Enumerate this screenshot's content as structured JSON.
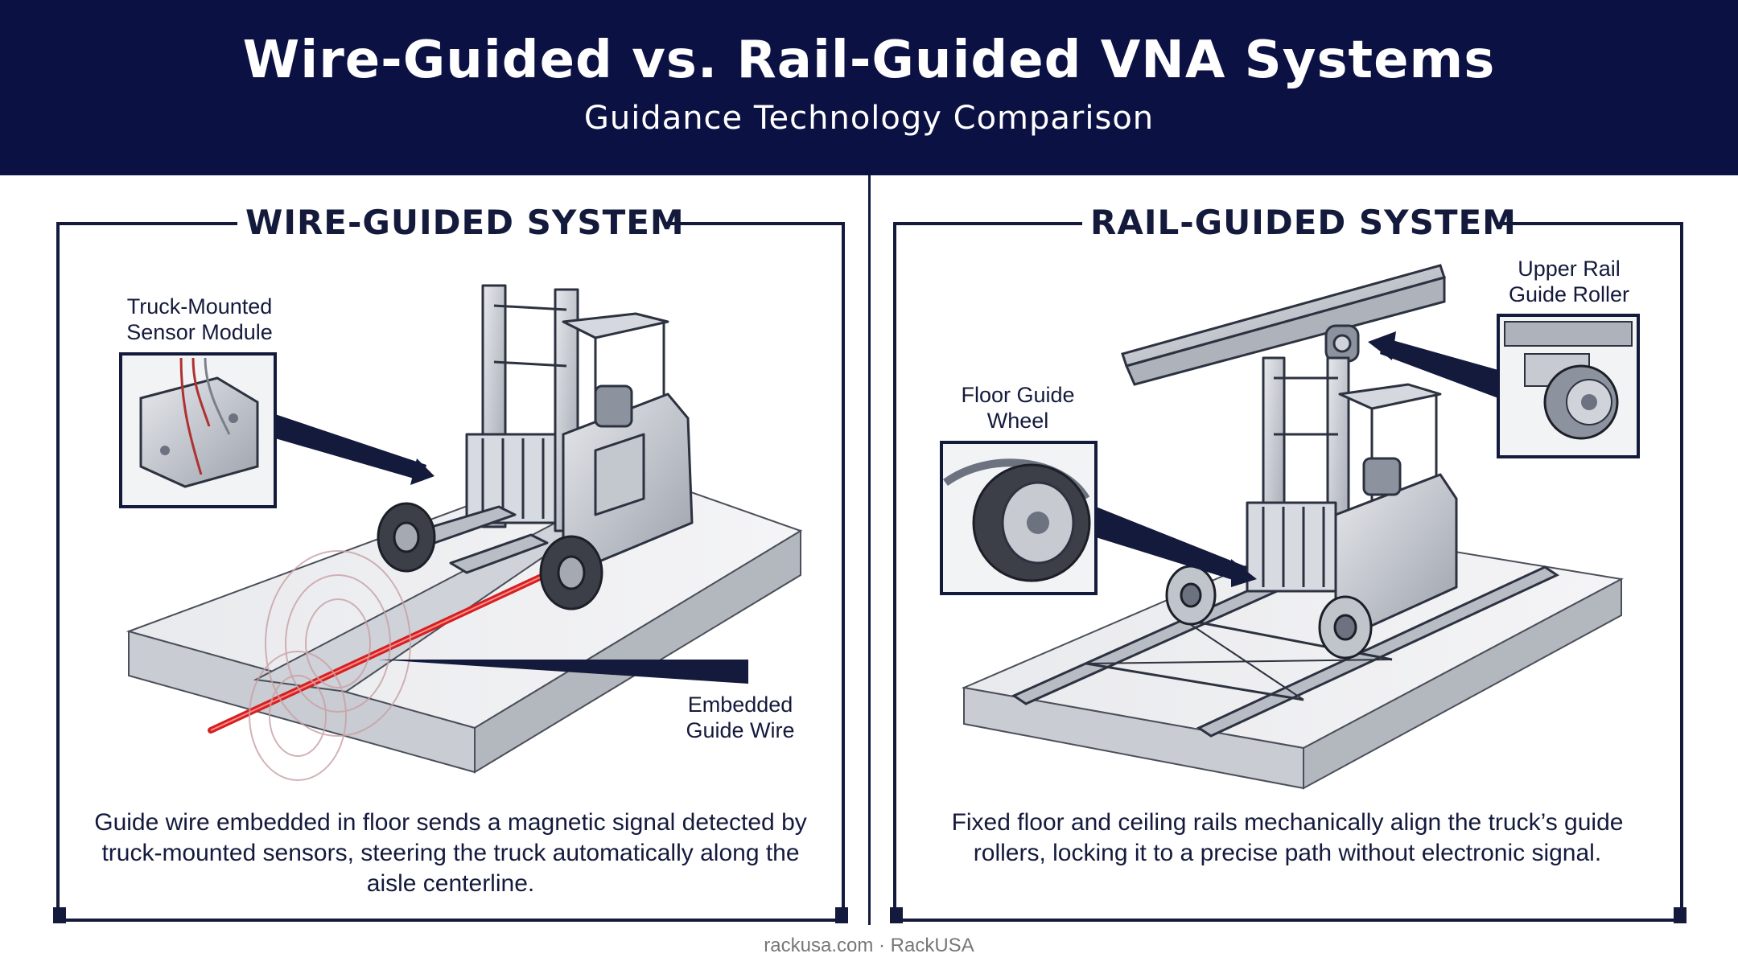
{
  "header": {
    "title": "Wire-Guided vs. Rail-Guided VNA Systems",
    "subtitle": "Guidance Technology Comparison"
  },
  "panels": [
    {
      "title": "WIRE-GUIDED SYSTEM",
      "callouts": [
        {
          "label": "Truck-Mounted\nSensor Module"
        },
        {
          "label": "Embedded\nGuide Wire"
        }
      ],
      "caption": "Guide wire embedded in floor sends a magnetic signal detected by truck-mounted sensors, steering the truck automatically along the aisle centerline."
    },
    {
      "title": "RAIL-GUIDED SYSTEM",
      "callouts": [
        {
          "label": "Floor Guide\nWheel"
        },
        {
          "label": "Upper Rail\nGuide Roller"
        }
      ],
      "caption": "Fixed floor and ceiling rails mechanically align the truck’s guide rollers, locking it to a precise path without electronic signal."
    }
  ],
  "footer": {
    "text": "rackusa.com · RackUSA"
  },
  "colors": {
    "navy": "#0c1144",
    "wire_red": "#d42020",
    "steel": "#b8bcc4"
  }
}
